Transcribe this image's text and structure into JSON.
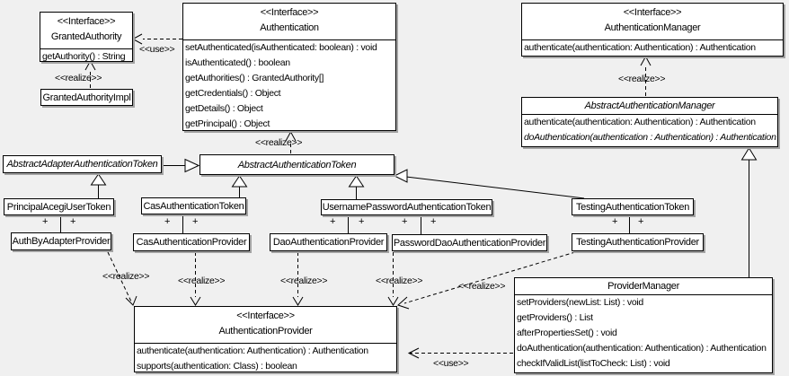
{
  "colors": {
    "background": "#f0f0f0",
    "box_fill": "#ffffff",
    "line": "#000000",
    "shadow": "#a3a3a3"
  },
  "labels": {
    "realize": "<<realize>>",
    "use": "<<use>>",
    "plus": "+",
    "interface_stereotype": "<<Interface>>"
  },
  "classes": {
    "granted_authority": {
      "stereotype": "<<Interface>>",
      "name": "GrantedAuthority",
      "methods": [
        "getAuthority() : String"
      ]
    },
    "granted_authority_impl": {
      "name": "GrantedAuthorityImpl"
    },
    "authentication": {
      "stereotype": "<<Interface>>",
      "name": "Authentication",
      "methods": [
        "setAuthenticated(isAuthenticated: boolean) : void",
        "isAuthenticated() : boolean",
        "getAuthorities() : GrantedAuthority[]",
        "getCredentials() : Object",
        "getDetails() : Object",
        "getPrincipal() : Object"
      ]
    },
    "authentication_manager": {
      "stereotype": "<<Interface>>",
      "name": "AuthenticationManager",
      "methods": [
        "authenticate(authentication: Authentication) : Authentication"
      ]
    },
    "abstract_authentication_manager": {
      "name": "AbstractAuthenticationManager",
      "methods": [
        "authenticate(authentication: Authentication) : Authentication",
        "doAuthentication(authentication : Authentication) : Authentication"
      ]
    },
    "abstract_adapter_authentication_token": {
      "name": "AbstractAdapterAuthenticationToken"
    },
    "abstract_authentication_token": {
      "name": "AbstractAuthenticationToken"
    },
    "principal_acegi_user_token": {
      "name": "PrincipalAcegiUserToken"
    },
    "cas_authentication_token": {
      "name": "CasAuthenticationToken"
    },
    "username_password_authentication_token": {
      "name": "UsernamePasswordAuthenticationToken"
    },
    "testing_authentication_token": {
      "name": "TestingAuthenticationToken"
    },
    "auth_by_adapter_provider": {
      "name": "AuthByAdapterProvider"
    },
    "cas_authentication_provider": {
      "name": "CasAuthenticationProvider"
    },
    "dao_authentication_provider": {
      "name": "DaoAuthenticationProvider"
    },
    "password_dao_authentication_provider": {
      "name": "PasswordDaoAuthenticationProvider"
    },
    "testing_authentication_provider": {
      "name": "TestingAuthenticationProvider"
    },
    "authentication_provider": {
      "stereotype": "<<Interface>>",
      "name": "AuthenticationProvider",
      "methods": [
        "authenticate(authentication: Authentication) : Authentication",
        "supports(authentication: Class) : boolean"
      ]
    },
    "provider_manager": {
      "name": "ProviderManager",
      "methods": [
        "setProviders(newList: List) : void",
        "getProviders() : List",
        "afterPropertiesSet() : void",
        "doAuthentication(authentication: Authentication) : Authentication",
        "checkIfValidList(listToCheck: List) : void"
      ]
    }
  }
}
